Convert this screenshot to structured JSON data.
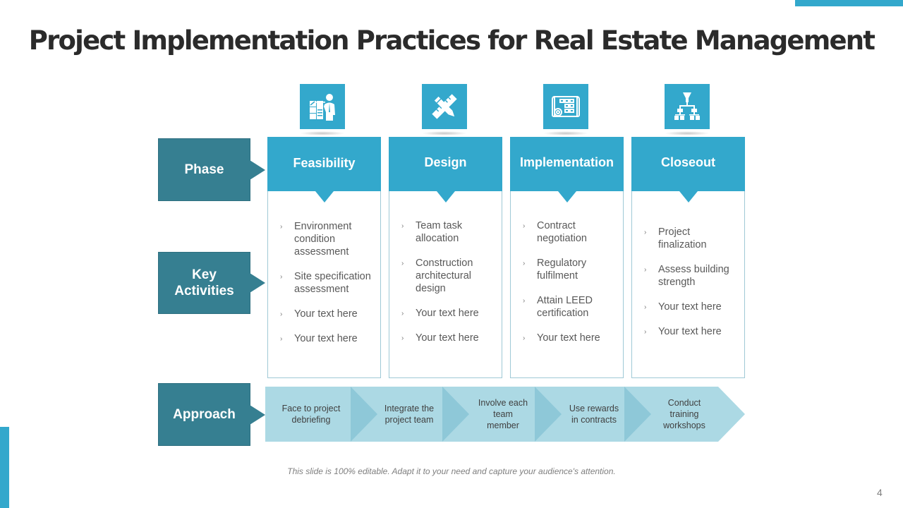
{
  "slide": {
    "title": "Project Implementation Practices for Real Estate Management",
    "footnote": "This slide is 100% editable. Adapt it to your need and capture your audience's attention.",
    "page_number": "4",
    "colors": {
      "accent": "#33a8cc",
      "row_label": "#367f91",
      "approach_light": "#acd9e4",
      "approach_dark": "#8ec8d8"
    }
  },
  "row_labels": {
    "phase": "Phase",
    "key_activities": "Key Activities",
    "approach": "Approach"
  },
  "phases": [
    {
      "name": "Feasibility",
      "icon": "presentation-person-icon",
      "activities": [
        "Environment condition assessment",
        "Site specification assessment",
        "Your text here",
        "Your text here"
      ]
    },
    {
      "name": "Design",
      "icon": "pencil-ruler-icon",
      "activities": [
        "Team task allocation",
        "Construction architectural design",
        "Your text here",
        "Your text here"
      ]
    },
    {
      "name": "Implementation",
      "icon": "blueprint-gear-icon",
      "activities": [
        "Contract negotiation",
        "Regulatory fulfilment",
        "Attain LEED certification",
        "Your text here"
      ]
    },
    {
      "name": "Closeout",
      "icon": "hierarchy-funnel-icon",
      "activities": [
        "Project finalization",
        "Assess building strength",
        "Your text here",
        "Your text here"
      ]
    }
  ],
  "approach": [
    "Face to project debriefing",
    "Integrate the project team",
    "Involve each team member",
    "Use rewards in contracts",
    "Conduct training workshops"
  ]
}
